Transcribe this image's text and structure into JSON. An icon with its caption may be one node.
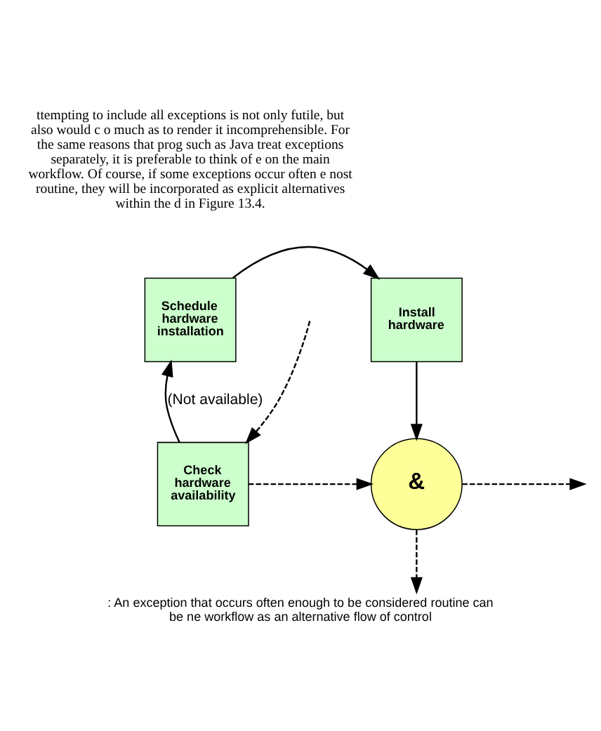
{
  "diagram": {
    "caption": ": An exception that occurs often enough to be considered routine can be ne workflow as an alternative flow of control",
    "nodes": [
      {
        "text": [
          "Schedule hardware installation"
        ]
      },
      {
        "text": [
          "Install hardware"
        ]
      },
      {
        "text": [
          "Check hardware availability"
        ]
      },
      {
        "text": [
          "&"
        ]
      }
    ],
    "edges": [
      {
        "from": 2,
        "to": 0,
        "arrow": "to",
        "label": "(Not available)"
      },
      {
        "from": 0,
        "to": 1,
        "arrow": "to"
      },
      {
        "from": 1,
        "to": 3,
        "arrow": "to"
      },
      {
        "from": 2,
        "to": 3,
        "arrow": "to",
        "style": "dashed"
      },
      {
        "from": null,
        "to": 2,
        "arrow": "to",
        "style": "dashed"
      },
      {
        "from": 3,
        "to": null,
        "arrow": "to",
        "style": "dashed"
      },
      {
        "from": 3,
        "to": null,
        "arrow": "to",
        "style": "dashed"
      }
    ],
    "labels": [
      "ttempting to include all exceptions is not only futile, but also would c o much as to render it incomprehensible. For the same reasons that prog such as Java treat exceptions separately, it is preferable to think of e on the main workflow. Of course, if some exceptions occur often e nost routine, they will be incorporated as explicit alternatives within the d in Figure 13.4."
    ]
  }
}
